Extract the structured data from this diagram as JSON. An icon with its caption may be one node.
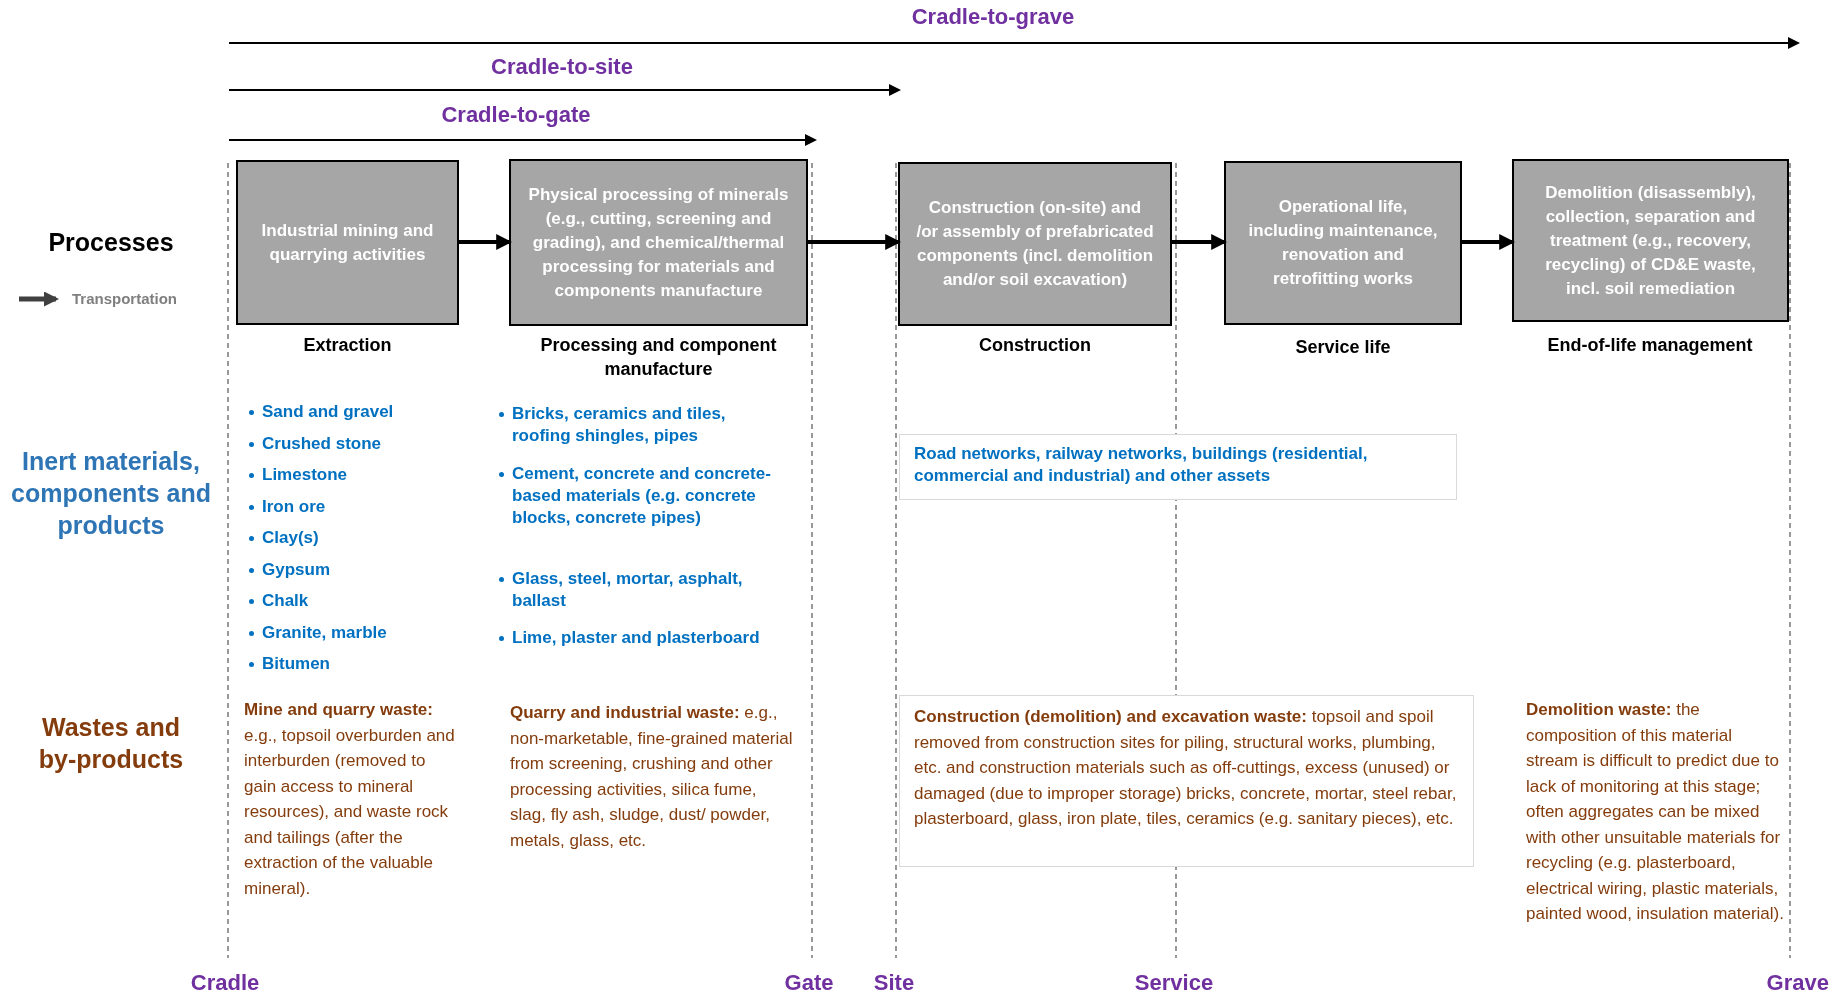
{
  "diagram": {
    "nodes": [
      {
        "text": [
          "Industrial mining and quarrying activities"
        ],
        "beside": [
          "Extraction"
        ]
      },
      {
        "text": [
          "Physical processing of minerals (e.g., cutting, screening and grading), and chemical/thermal processing for materials and components manufacture"
        ],
        "beside": [
          "Processing and component manufacture"
        ]
      },
      {
        "text": [
          "Construction (on-site) and /or assembly of prefabricated components (incl. demolition and/or soil excavation)"
        ],
        "beside": [
          "Construction"
        ]
      },
      {
        "text": [
          "Operational life, including maintenance, renovation and retrofitting works"
        ],
        "beside": [
          "Service life"
        ]
      },
      {
        "text": [
          "Demolition (disassembly), collection, separation and treatment (e.g., recovery, recycling) of CD&E waste, incl. soil remediation"
        ],
        "beside": [
          "End-of-life management"
        ]
      },
      {
        "text": [
          "Road networks, railway networks, buildings (residential, commercial and industrial) and other assets"
        ]
      },
      {
        "text": [
          "**Construction (demolition) and excavation waste:** topsoil and spoil removed from construction sites for piling, structural works, plumbing, etc. and construction materials such as off-cuttings, excess (unused) or damaged (due to improper storage) bricks, concrete, mortar, steel rebar, plasterboard, glass, iron plate, tiles, ceramics (e.g. sanitary pieces), etc."
        ]
      }
    ],
    "edges": [
      {
        "from": 0,
        "to": 1,
        "arrow": "to"
      },
      {
        "from": 1,
        "to": 2,
        "arrow": "to"
      },
      {
        "from": 2,
        "to": 3,
        "arrow": "to"
      },
      {
        "from": 3,
        "to": 4,
        "arrow": "to"
      }
    ],
    "labels": [
      "Cradle-to-grave",
      "Cradle-to-site",
      "Cradle-to-gate",
      "Processes",
      "Inert materials, components and products",
      "Sand and gravel",
      "Crushed stone",
      "Limestone",
      "Iron ore",
      "Clay(s)",
      "Gypsum",
      "Chalk",
      "Granite, marble",
      "Bitumen",
      "Bricks, ceramics and tiles, roofing shingles, pipes",
      "Cement, concrete and concrete-based materials (e.g. concrete blocks, concrete pipes)",
      "Glass, steel, mortar, asphalt, ballast",
      "Lime, plaster and plasterboard",
      "Wastes and by-products",
      "**Mine and quarry waste:** e.g., topsoil overburden and interburden (removed to gain access to mineral resources), and waste rock and tailings (after the extraction of the valuable mineral).",
      "**Quarry and industrial waste:** e.g., non-marketable, fine-grained material from screening, crushing and other processing activities, silica fume, slag, fly ash, sludge, dust/ powder, metals, glass, etc.",
      "**Demolition waste:** the composition of this material stream is difficult to predict due to lack of monitoring at this stage; often aggregates can be mixed with other unsuitable materials for recycling (e.g. plasterboard, electrical wiring, plastic materials, painted wood, insulation material).",
      "Cradle",
      "Gate",
      "Site",
      "Service",
      "Grave"
    ],
    "legend": [
      {
        "text": "Transportation"
      }
    ]
  }
}
